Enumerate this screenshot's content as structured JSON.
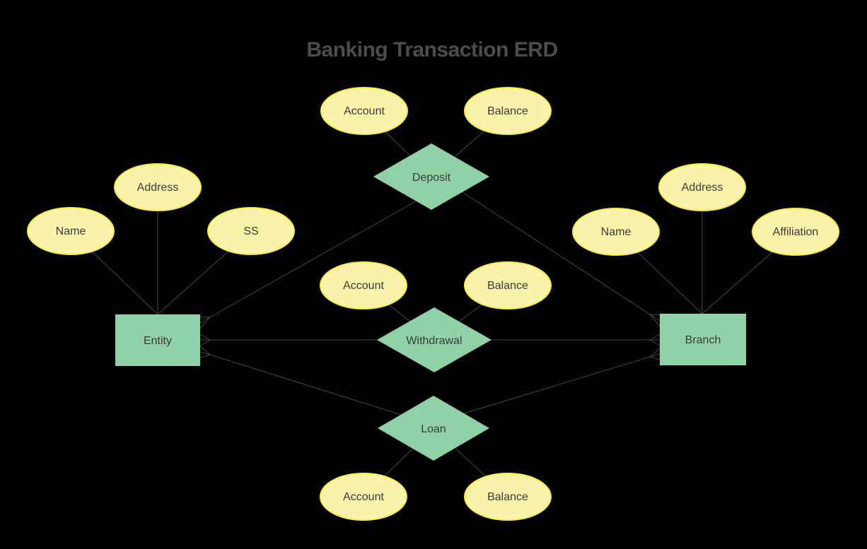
{
  "title": "Banking Transaction ERD",
  "colors": {
    "background": "#000000",
    "title": "#4c4c4c",
    "attribute_fill": "#fbf2ab",
    "attribute_border": "#f6ec49",
    "shape_fill": "#90d1a7",
    "label": "#3b3b3b",
    "connector": "#474747"
  },
  "nodes": {
    "entities": [
      {
        "id": "entity",
        "label": "Entity"
      },
      {
        "id": "branch",
        "label": "Branch"
      }
    ],
    "relationships": [
      {
        "id": "deposit",
        "label": "Deposit"
      },
      {
        "id": "withdrawal",
        "label": "Withdrawal"
      },
      {
        "id": "loan",
        "label": "Loan"
      }
    ],
    "attributes": [
      {
        "id": "deposit-account",
        "label": "Account"
      },
      {
        "id": "deposit-balance",
        "label": "Balance"
      },
      {
        "id": "entity-address",
        "label": "Address"
      },
      {
        "id": "entity-name",
        "label": "Name"
      },
      {
        "id": "entity-ss",
        "label": "SS"
      },
      {
        "id": "branch-address",
        "label": "Address"
      },
      {
        "id": "branch-name",
        "label": "Name"
      },
      {
        "id": "branch-affiliation",
        "label": "Affiliation"
      },
      {
        "id": "withdrawal-account",
        "label": "Account"
      },
      {
        "id": "withdrawal-balance",
        "label": "Balance"
      },
      {
        "id": "loan-account",
        "label": "Account"
      },
      {
        "id": "loan-balance",
        "label": "Balance"
      }
    ]
  }
}
